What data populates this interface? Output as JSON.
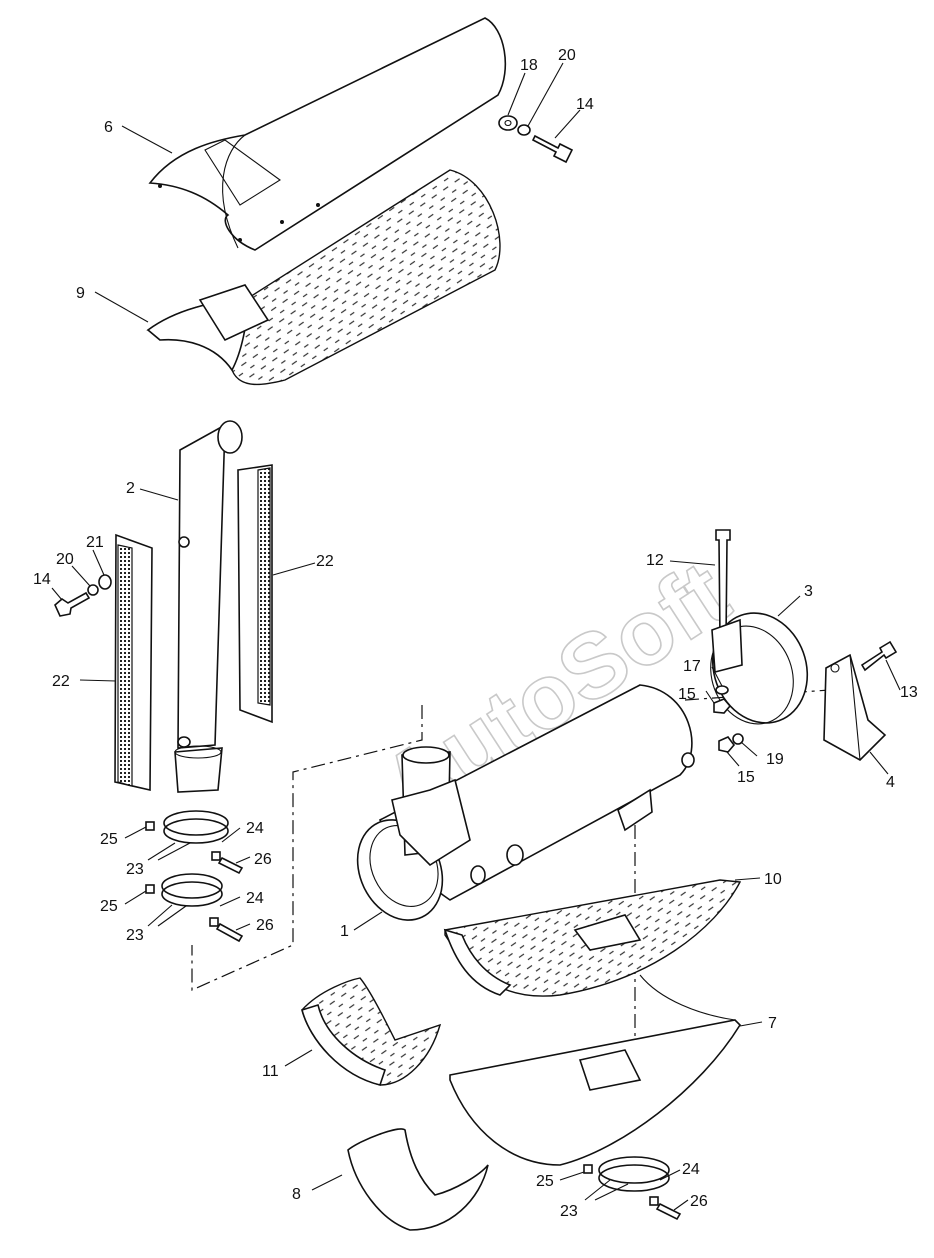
{
  "watermark": "AutoSoft",
  "callouts": [
    {
      "id": "c6",
      "text": "6"
    },
    {
      "id": "c18",
      "text": "18"
    },
    {
      "id": "c20a",
      "text": "20"
    },
    {
      "id": "c14a",
      "text": "14"
    },
    {
      "id": "c9",
      "text": "9"
    },
    {
      "id": "c2",
      "text": "2"
    },
    {
      "id": "c22a",
      "text": "22"
    },
    {
      "id": "c21",
      "text": "21"
    },
    {
      "id": "c20b",
      "text": "20"
    },
    {
      "id": "c14b",
      "text": "14"
    },
    {
      "id": "c22b",
      "text": "22"
    },
    {
      "id": "c12",
      "text": "12"
    },
    {
      "id": "c3",
      "text": "3"
    },
    {
      "id": "c17",
      "text": "17"
    },
    {
      "id": "c15a",
      "text": "15"
    },
    {
      "id": "c13",
      "text": "13"
    },
    {
      "id": "c19",
      "text": "19"
    },
    {
      "id": "c15b",
      "text": "15"
    },
    {
      "id": "c4",
      "text": "4"
    },
    {
      "id": "c25a",
      "text": "25"
    },
    {
      "id": "c24a",
      "text": "24"
    },
    {
      "id": "c23a",
      "text": "23"
    },
    {
      "id": "c26a",
      "text": "26"
    },
    {
      "id": "c25b",
      "text": "25"
    },
    {
      "id": "c24b",
      "text": "24"
    },
    {
      "id": "c23b",
      "text": "23"
    },
    {
      "id": "c26b",
      "text": "26"
    },
    {
      "id": "c10",
      "text": "10"
    },
    {
      "id": "c1",
      "text": "1"
    },
    {
      "id": "c7",
      "text": "7"
    },
    {
      "id": "c11",
      "text": "11"
    },
    {
      "id": "c8",
      "text": "8"
    },
    {
      "id": "c25c",
      "text": "25"
    },
    {
      "id": "c24c",
      "text": "24"
    },
    {
      "id": "c23c",
      "text": "23"
    },
    {
      "id": "c26c",
      "text": "26"
    }
  ]
}
